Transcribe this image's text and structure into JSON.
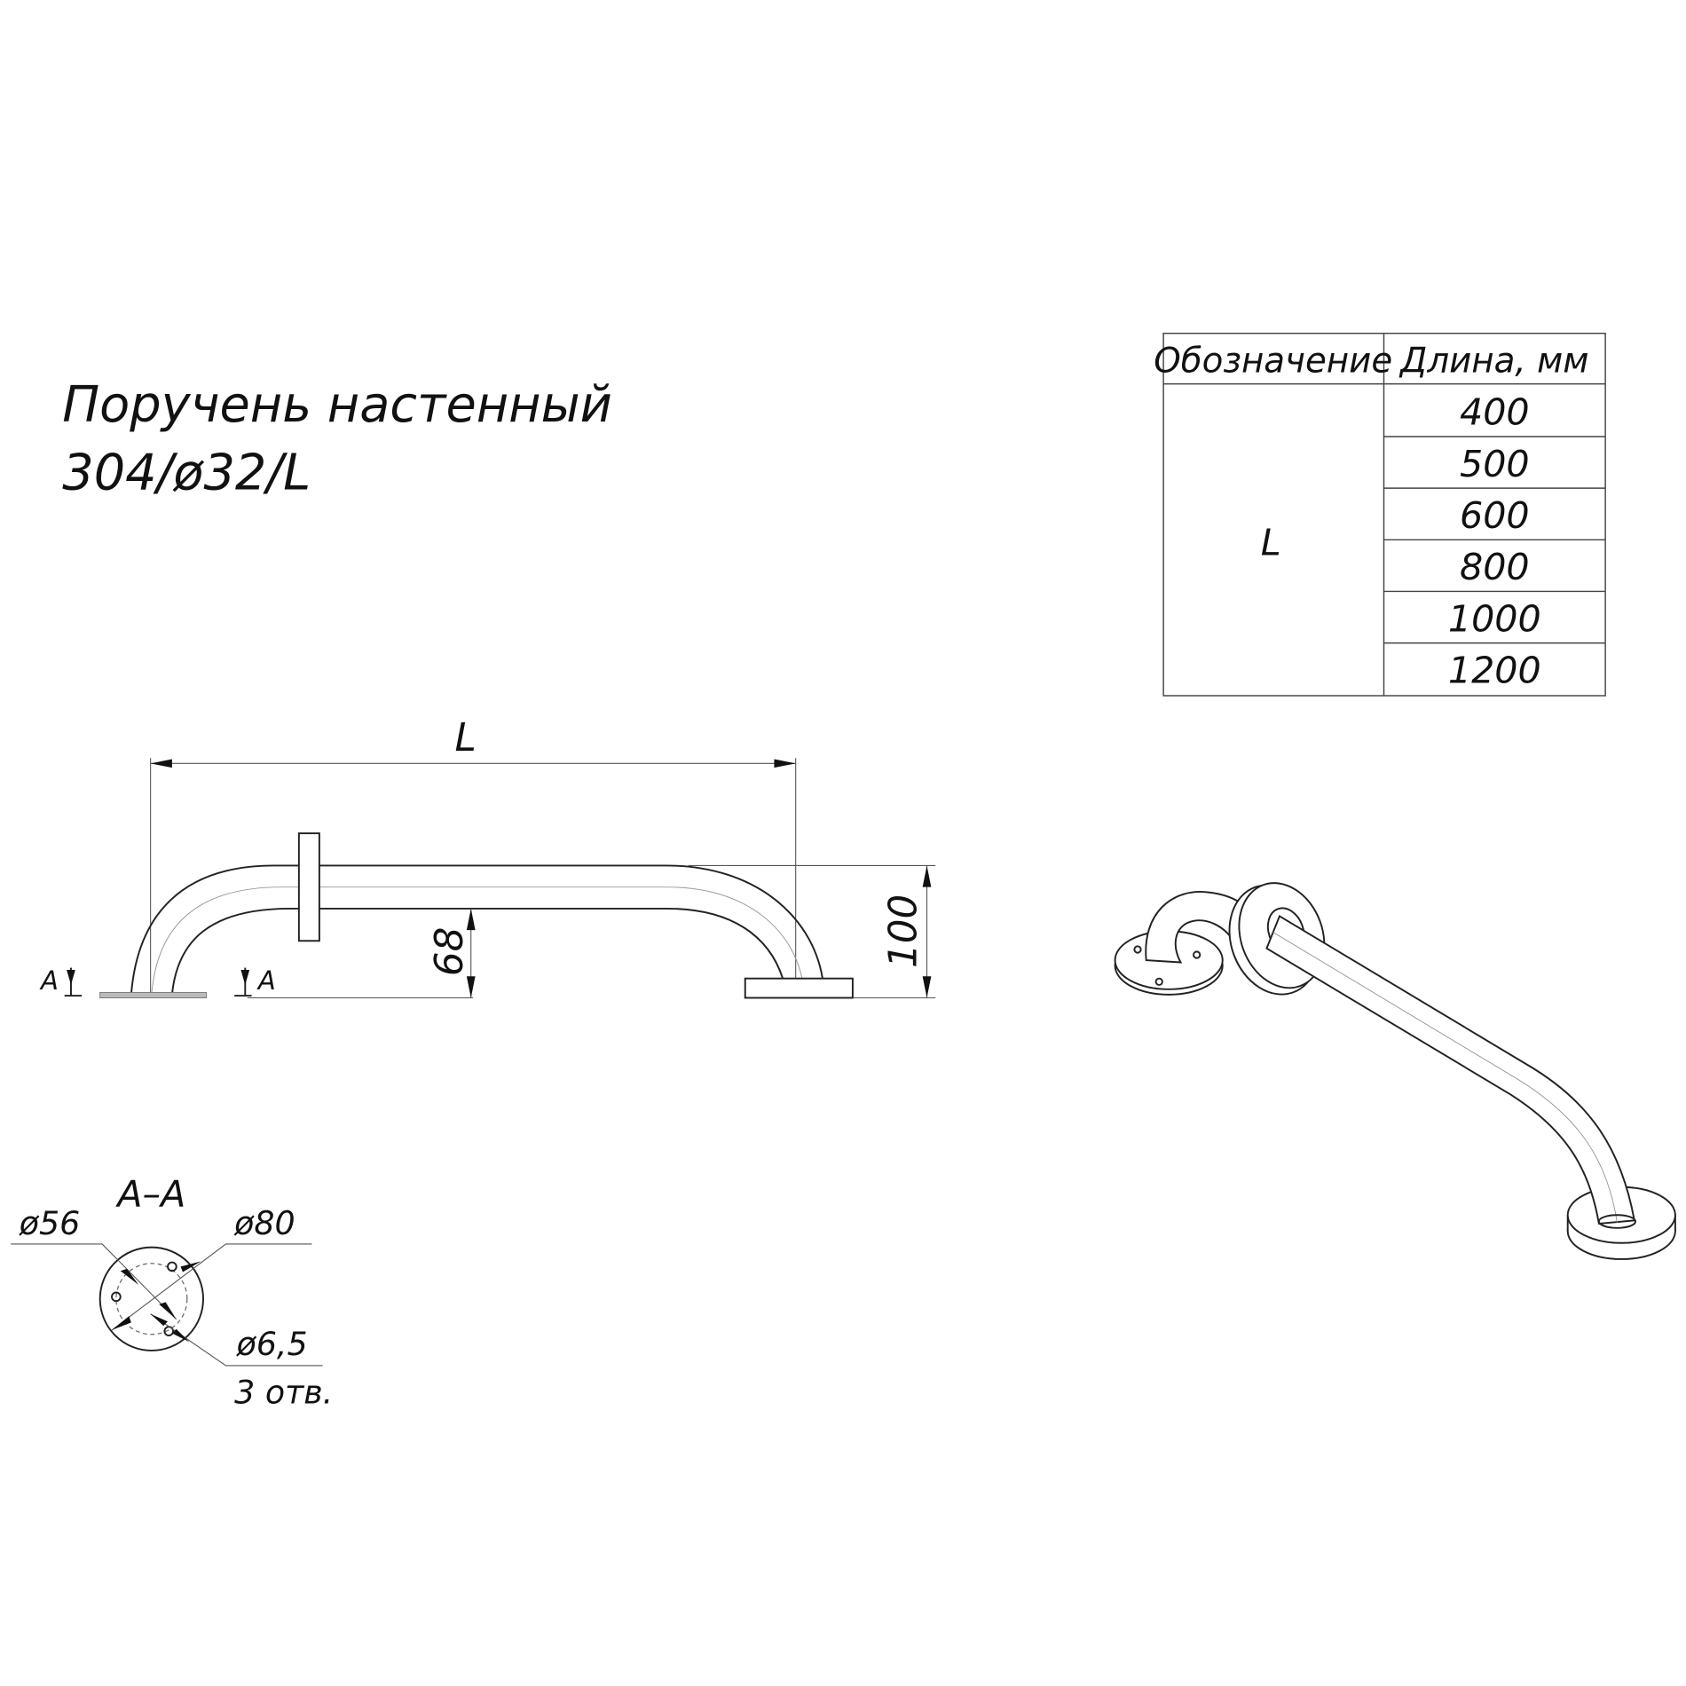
{
  "title": {
    "line1": "Поручень настенный",
    "line2": "304/ø32/L"
  },
  "table": {
    "headers": [
      "Обозначение",
      "Длина, мм"
    ],
    "designation": "L",
    "lengths": [
      "400",
      "500",
      "600",
      "800",
      "1000",
      "1200"
    ]
  },
  "side_view": {
    "length_label": "L",
    "height_outer": "100",
    "height_inner": "68",
    "section_mark_left": "A",
    "section_mark_right": "A"
  },
  "section": {
    "label": "A–A",
    "inner_diameter": "ø56",
    "outer_diameter": "ø80",
    "hole_diameter": "ø6,5",
    "hole_count": "3 отв."
  }
}
